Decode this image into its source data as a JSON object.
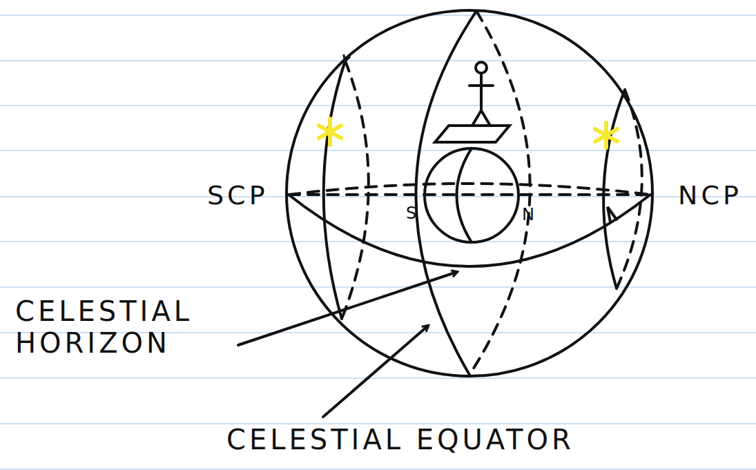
{
  "diagram": {
    "labels": [
      "SCP",
      "NCP",
      "S",
      "N",
      "CELESTIAL HORIZON",
      "CELESTIAL EQUATOR"
    ]
  }
}
